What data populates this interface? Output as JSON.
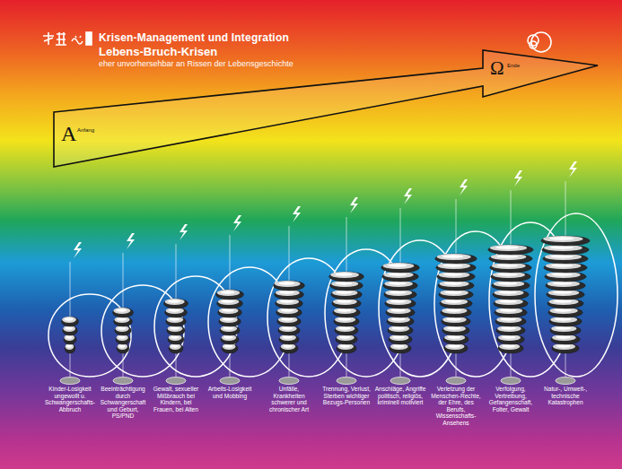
{
  "diagram": {
    "title": "Krisen-Management und Integration",
    "nodes": [
      {
        "text": [
          "Kinder-Losigkeit ungewollt u. Schwangerschafts-Abbruch"
        ]
      },
      {
        "text": [
          "Beeinträchtigung durch Schwangerschaft und Geburt, PS/PND"
        ]
      },
      {
        "text": [
          "Gewalt, sexueller Mißbrauch bei Kindern, bei Frauen, bei Alten"
        ]
      },
      {
        "text": [
          "Arbeits-Losigkeit und Mobbing"
        ]
      },
      {
        "text": [
          "Unfälle, Krankheiten schwerer und chronischer Art"
        ]
      },
      {
        "text": [
          "Trennung, Verlust, Sterben wichtiger Bezugs-Personen"
        ]
      },
      {
        "text": [
          "Anschläge, Angriffe politisch, religiös, kriminell motiviert"
        ]
      },
      {
        "text": [
          "Verletzung der Menschen-Rechte, der Ehre, des Berufs, Wissenschafts-Ansehens"
        ]
      },
      {
        "text": [
          "Verfolgung, Vertreibung, Gefangenschaft, Folter, Gewalt"
        ]
      },
      {
        "text": [
          "Natur-, Umwelt-, technische Katastrophen"
        ]
      }
    ],
    "labels": [
      "Lebens-Bruch-Krisen",
      "eher unvorhersehbar an Rissen der Lebensgeschichte",
      "A",
      "Anfang",
      "Ω",
      "Ende"
    ]
  }
}
